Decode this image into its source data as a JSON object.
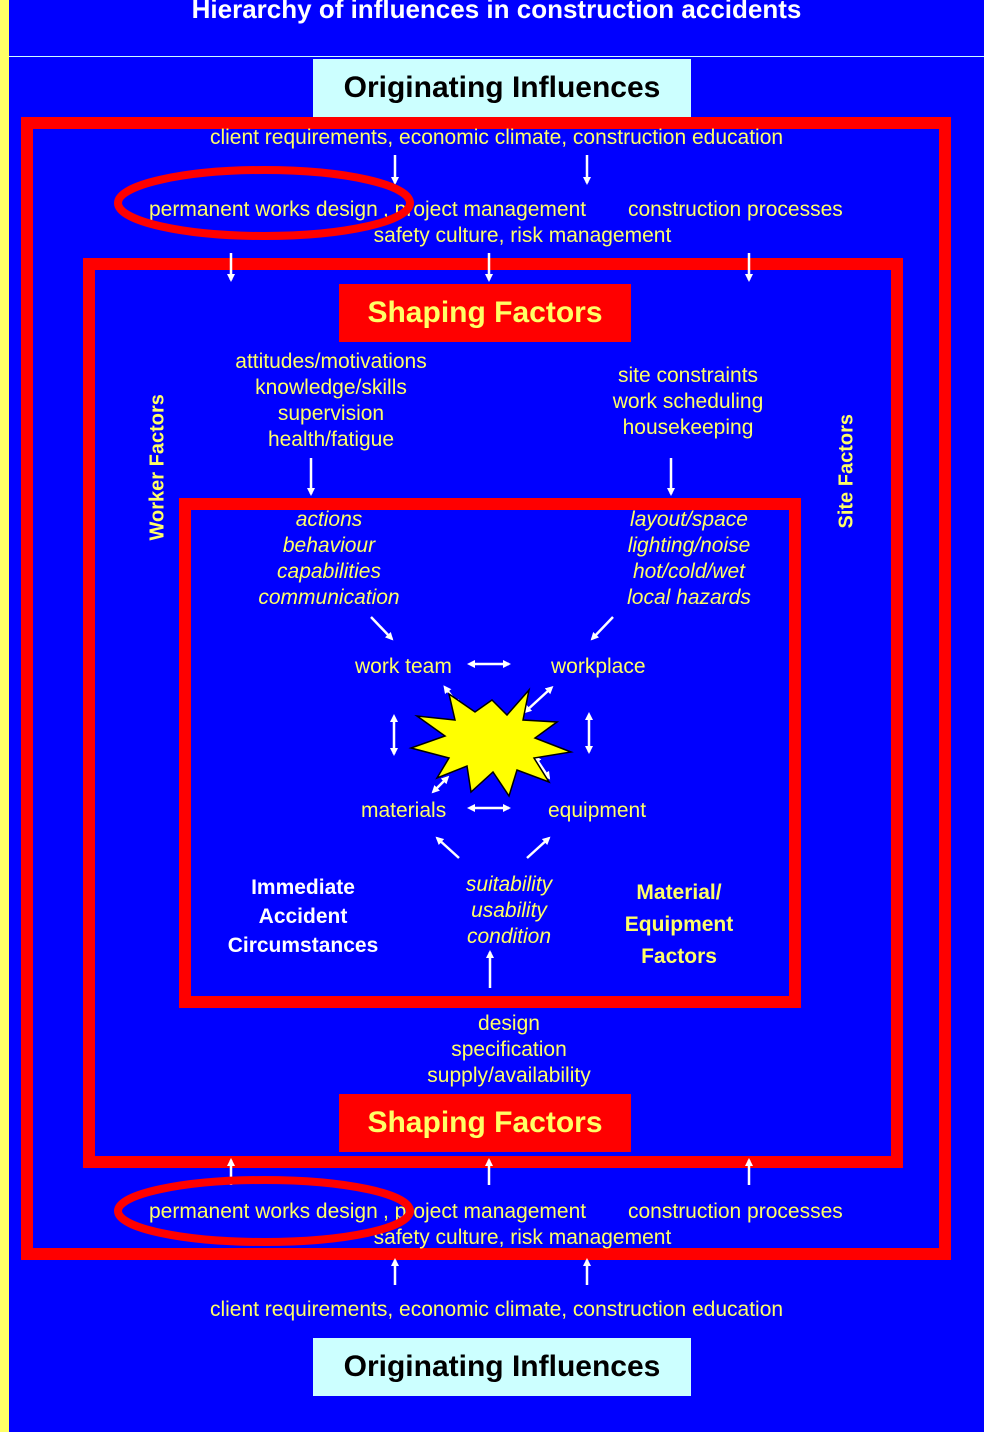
{
  "title": "Hierarchy of influences in construction accidents",
  "originating_label": "Originating Influences",
  "shaping_label": "Shaping Factors",
  "outer_top_line": "client requirements, economic climate, construction education",
  "outer_mid_line1_a": "permanent works design",
  "outer_mid_line1_b": ", project management",
  "outer_mid_line1_c": "construction processes",
  "outer_mid_line2": "safety culture, risk management",
  "worker_factors_list": [
    "attitudes/motivations",
    "knowledge/skills",
    "supervision",
    "health/fatigue"
  ],
  "site_factors_list": [
    "site constraints",
    "work scheduling",
    "housekeeping"
  ],
  "worker_factors_label": "Worker Factors",
  "site_factors_label": "Site Factors",
  "inner_left_list": [
    "actions",
    "behaviour",
    "capabilities",
    "communication"
  ],
  "inner_right_list": [
    "layout/space",
    "lighting/noise",
    "hot/cold/wet",
    "local hazards"
  ],
  "nodes": {
    "work_team": "work team",
    "workplace": "workplace",
    "materials": "materials",
    "equipment": "equipment"
  },
  "immediate_label": [
    "Immediate",
    "Accident",
    "Circumstances"
  ],
  "material_label": [
    "Material/",
    "Equipment",
    "Factors"
  ],
  "material_list": [
    "suitability",
    "usability",
    "condition"
  ],
  "bottom_list": [
    "design",
    "specification",
    "supply/availability"
  ],
  "colors": {
    "background": "#0000ff",
    "frame": "#ff0000",
    "text": "#ffff66",
    "cyan": "#ccffff",
    "burst": "#ffff00"
  }
}
